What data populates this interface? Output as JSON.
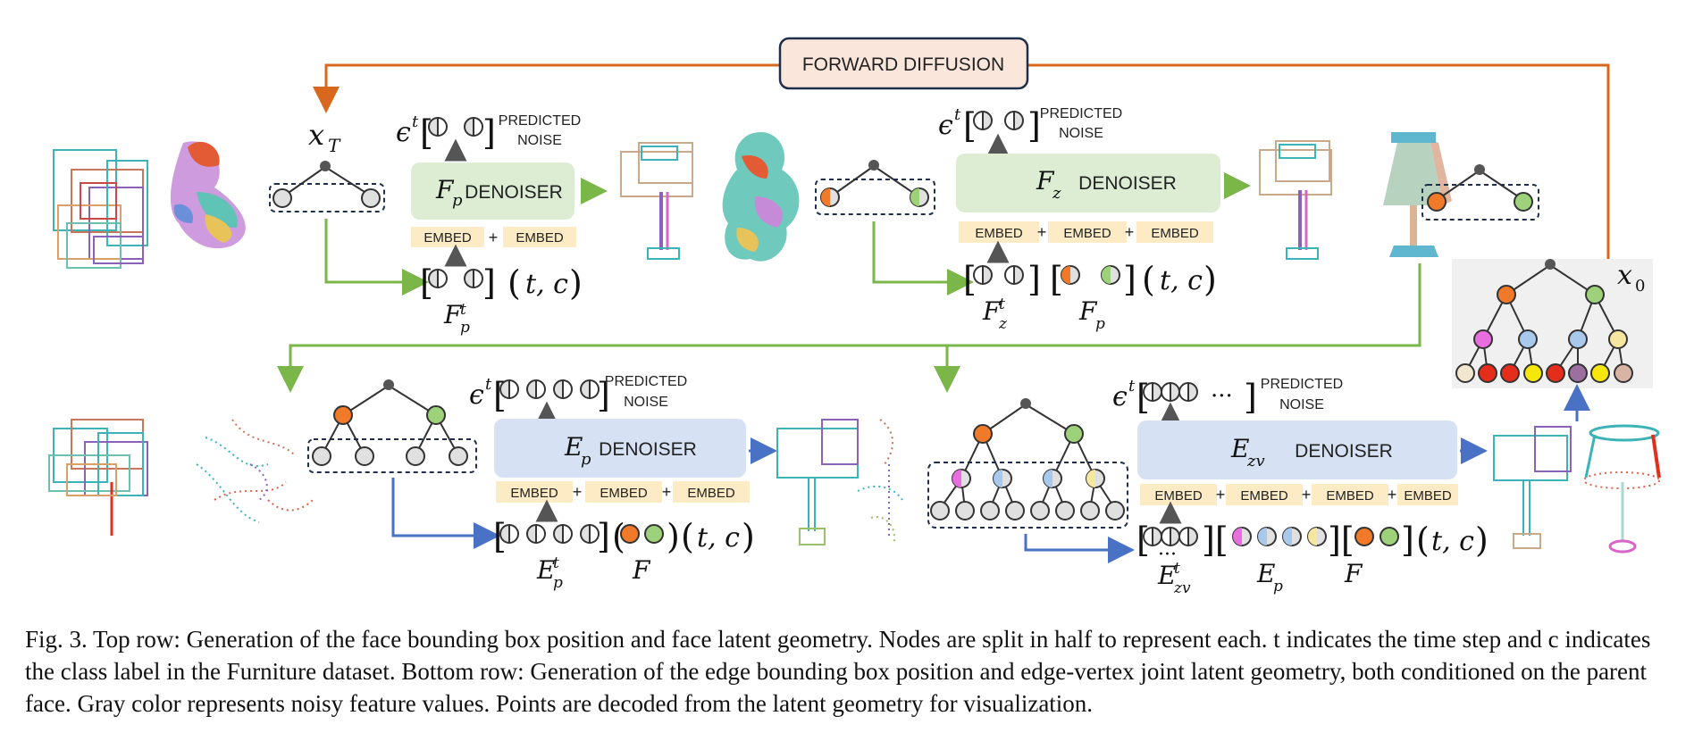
{
  "forward_diffusion": "FORWARD DIFFUSION",
  "predicted": "PREDICTED",
  "noise": "NOISE",
  "denoiser": "DENOISER",
  "embed": "EMBED",
  "plus": "+",
  "tc": "t, c",
  "top": {
    "xT_label": "x",
    "xT_sub": "T",
    "x0_label": "x",
    "x0_sub": "0",
    "fp_denoiser_sym": "F",
    "fp_denoiser_sub": "p",
    "fz_denoiser_sym": "F",
    "fz_denoiser_sub": "z",
    "fp_t_label": "F",
    "fp_t_sub": "p",
    "fp_t_sup": "t",
    "fz_t_label": "F",
    "fz_t_sub": "z",
    "fz_t_sup": "t",
    "fp_label": "F",
    "fp_sub": "p"
  },
  "bottom": {
    "ep_denoiser_sym": "E",
    "ep_denoiser_sub": "p",
    "ezv_denoiser_sym": "E",
    "ezv_denoiser_sub": "zv",
    "ep_t_label": "E",
    "ep_t_sub": "p",
    "ep_t_sup": "t",
    "ezv_t_label": "E",
    "ezv_t_sub": "zv",
    "ezv_t_sup": "t",
    "ep_label": "E",
    "ep_sub": "p",
    "f_label": "F",
    "ellipsis": "···"
  },
  "eps_symbol": "ϵ",
  "eps_sup": "t",
  "colors": {
    "orange_arrow": "#d8681e",
    "green_arrow": "#7ab648",
    "blue_arrow": "#4a72c4",
    "green_box": "#dcedd4",
    "blue_box": "#d6e1f3",
    "embed_box": "#fcebc4",
    "node_orange": "#f07a2a",
    "node_green": "#9ed27a",
    "node_gray": "#e0e0e0",
    "node_pink": "#e86ee0",
    "node_blue": "#a8c8ec",
    "node_yellow": "#f6e7a0",
    "leaf_cream": "#f2e6cf",
    "leaf_red": "#e52d1c",
    "leaf_yellow": "#f6e60a",
    "leaf_purple": "#9b6fa0",
    "leaf_tan": "#d9b4a4"
  },
  "caption": {
    "fig": "Fig. 3.",
    "text": "Top row: Generation of the face bounding box position and face latent geometry. Nodes are split in half to represent each. t indicates the time step and c indicates the class label in the Furniture dataset. Bottom row: Generation of the edge bounding box position and edge-vertex joint latent geometry, both conditioned on the parent face. Gray color represents noisy feature values. Points are decoded from the latent geometry for visualization."
  }
}
